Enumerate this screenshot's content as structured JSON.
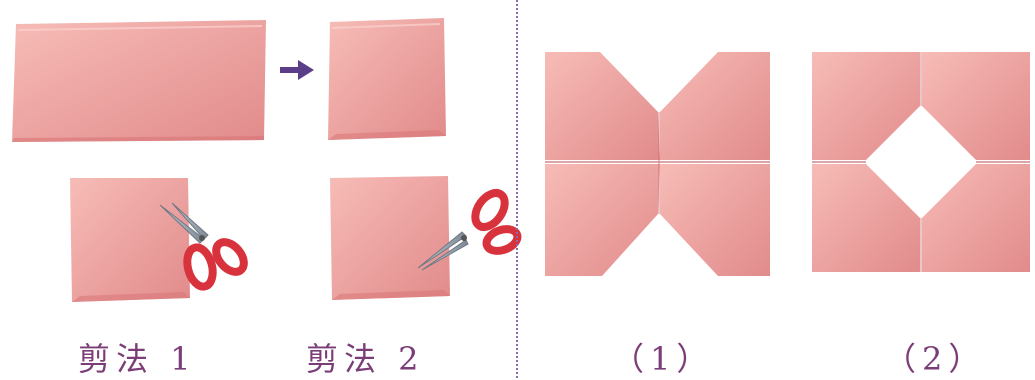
{
  "captions": {
    "cut1": "剪法 1",
    "cut2": "剪法 2",
    "result1": "（1）",
    "result2": "（2）"
  },
  "colors": {
    "paper_light": "#f6b9b4",
    "paper_mid": "#ec9a97",
    "paper_dark": "#dc7f80",
    "caption": "#7b3d78",
    "arrow": "#5b3d8a",
    "scissors_handle": "#d8333d",
    "scissors_blade": "#9aa3ad"
  },
  "icons": {
    "arrow": "right-arrow-icon",
    "scissors": "scissors-icon"
  }
}
